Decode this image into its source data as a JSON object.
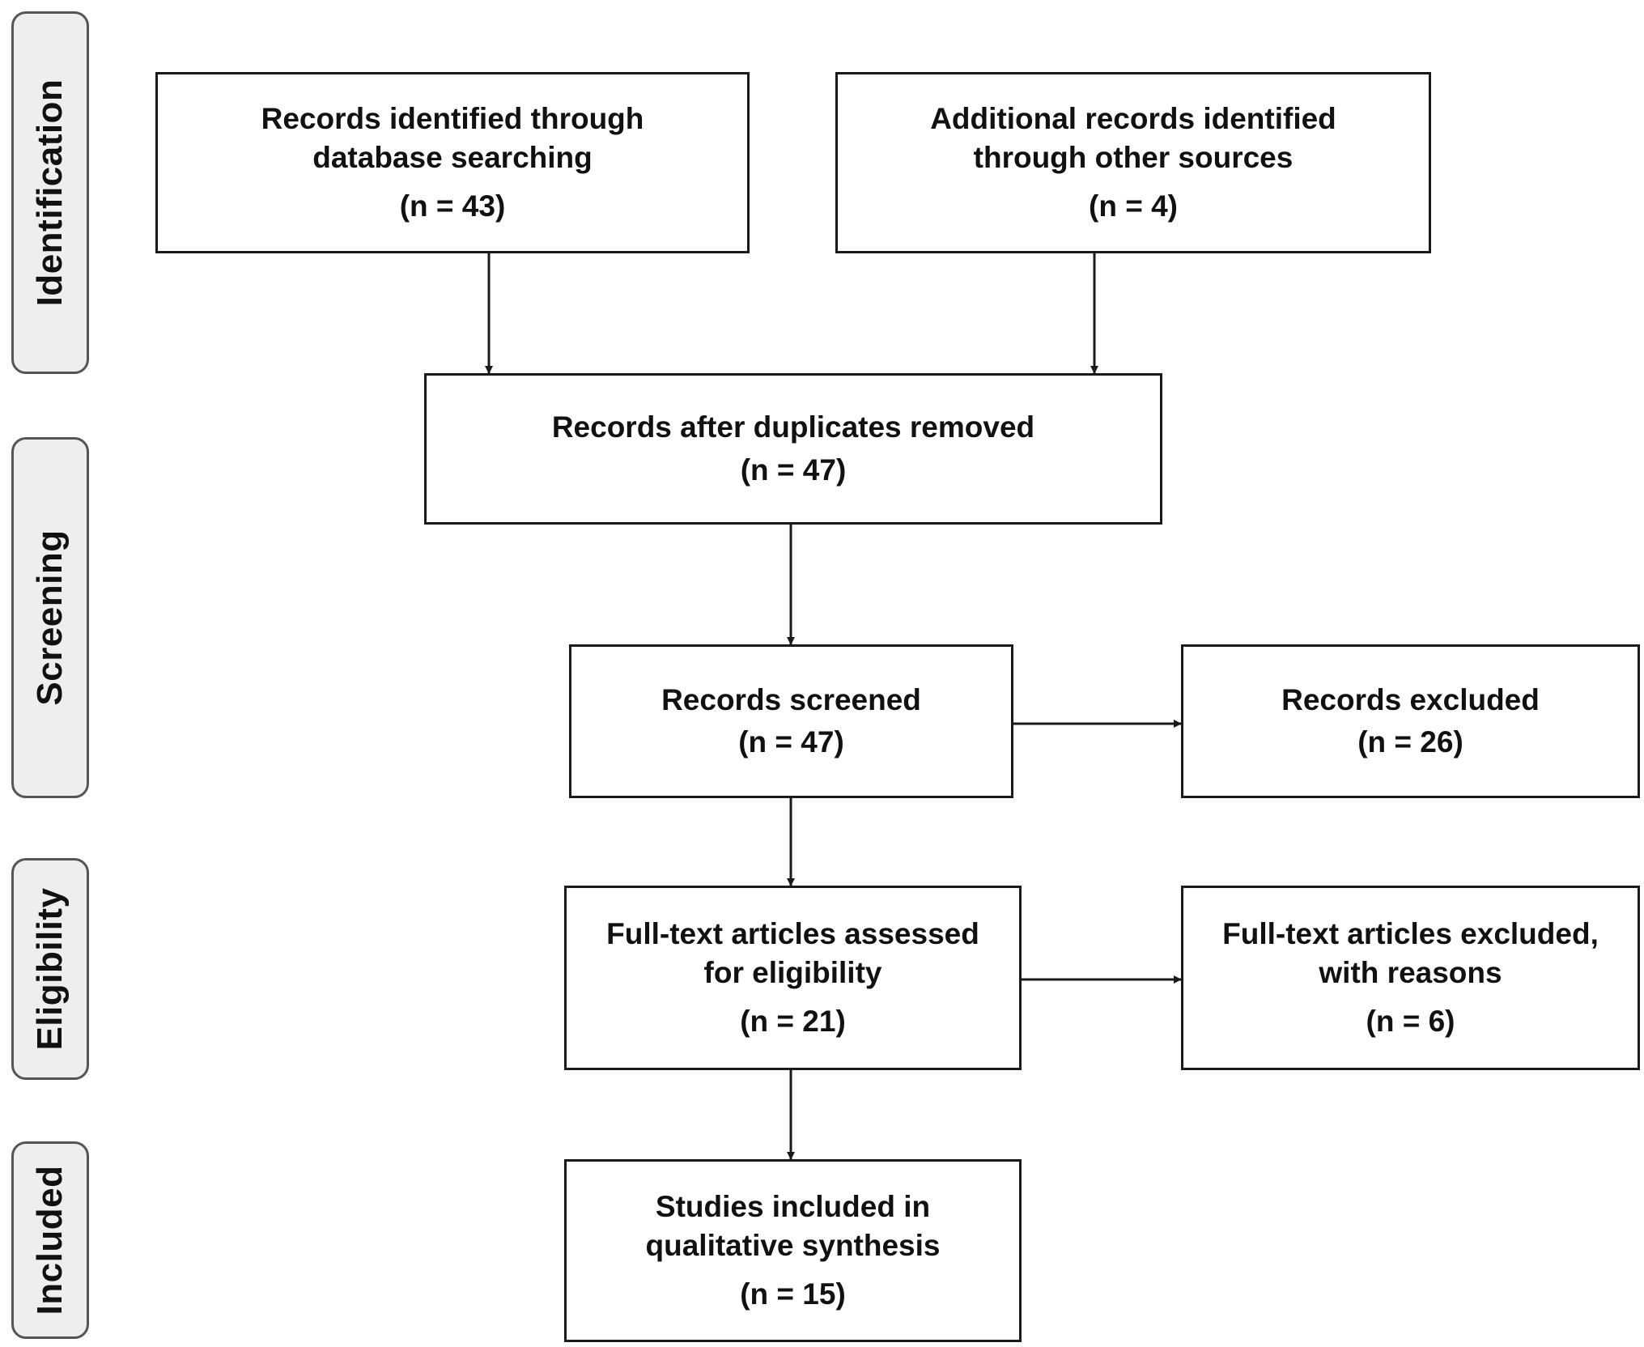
{
  "phases": {
    "identification": "Identification",
    "screening": "Screening",
    "eligibility": "Eligibility",
    "included": "Included"
  },
  "boxes": {
    "database": {
      "line1": "Records identified through",
      "line2": "database searching",
      "count": "(n = 43)"
    },
    "other_sources": {
      "line1": "Additional records identified",
      "line2": "through other sources",
      "count": "(n = 4)"
    },
    "deduplicated": {
      "line1": "Records after duplicates removed",
      "count": "(n = 47)"
    },
    "screened": {
      "line1": "Records screened",
      "count": "(n = 47)"
    },
    "excluded": {
      "line1": "Records excluded",
      "count": "(n = 26)"
    },
    "fulltext": {
      "line1": "Full-text articles assessed",
      "line2": "for eligibility",
      "count": "(n = 21)"
    },
    "fulltext_excluded": {
      "line1": "Full-text articles excluded,",
      "line2": "with reasons",
      "count": "(n = 6)"
    },
    "included": {
      "line1": "Studies included in",
      "line2": "qualitative synthesis",
      "count": "(n = 15)"
    }
  }
}
